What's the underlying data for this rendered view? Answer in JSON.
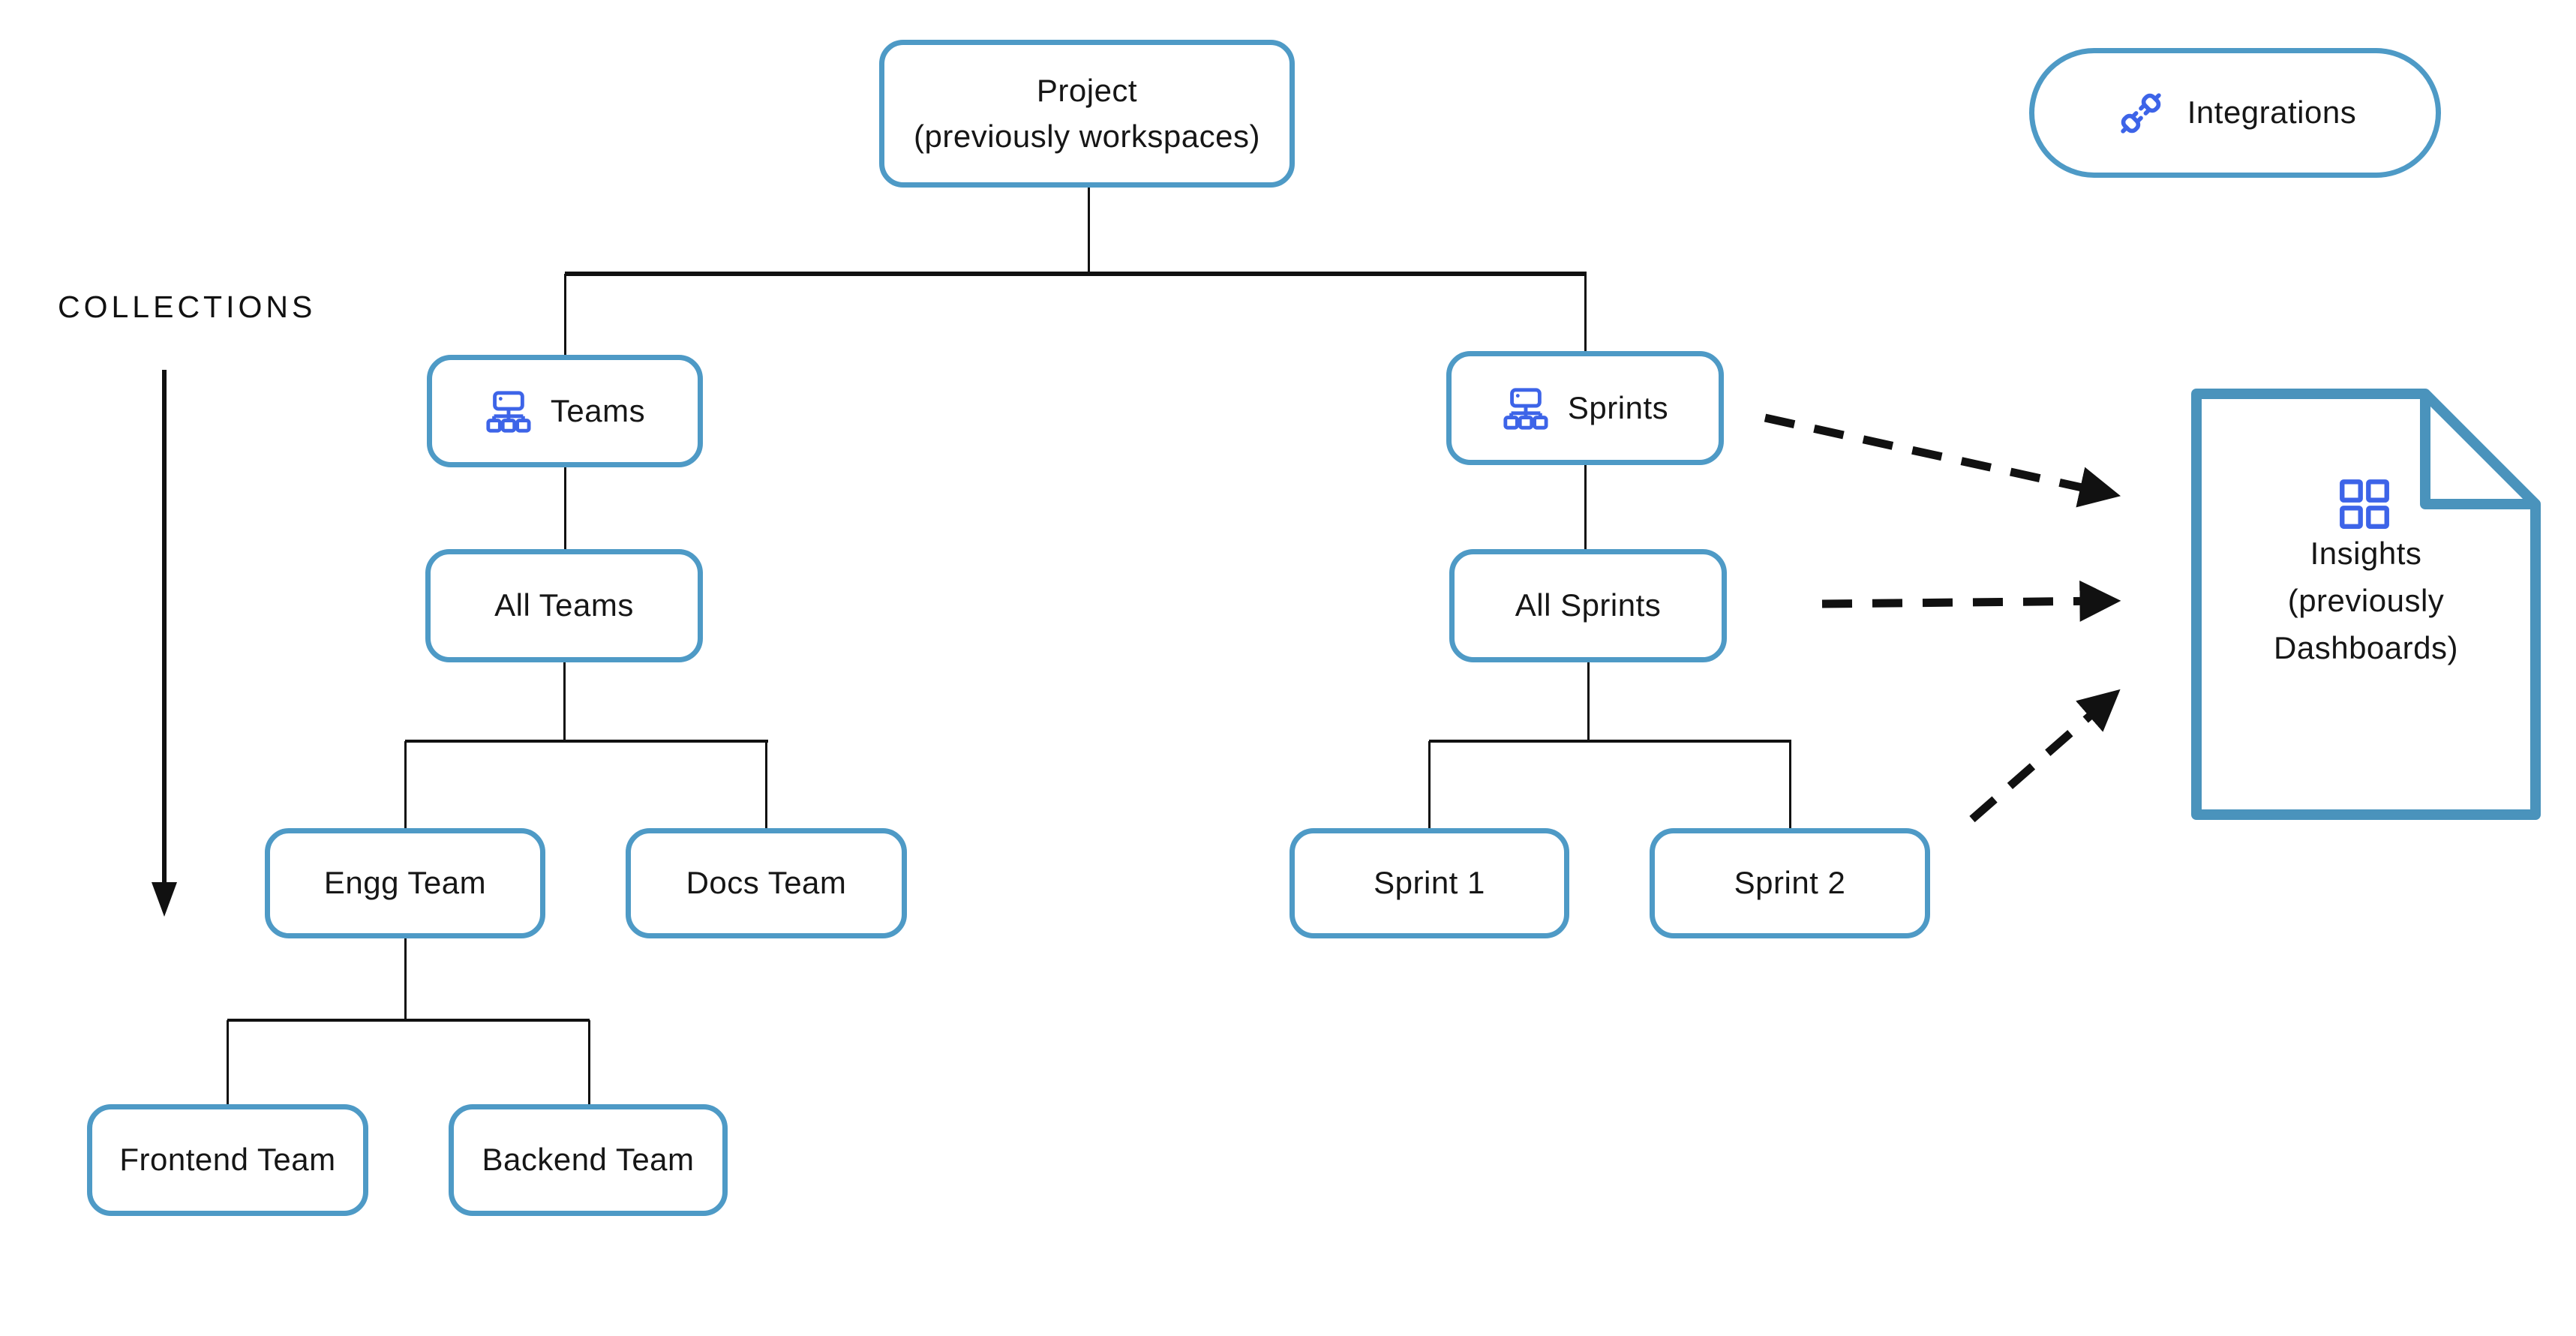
{
  "collections": {
    "label": "COLLECTIONS"
  },
  "tree": {
    "project": "Project\n(previously workspaces)",
    "teams": "Teams",
    "all_teams": "All Teams",
    "engg_team": "Engg Team",
    "docs_team": "Docs Team",
    "frontend_team": "Frontend Team",
    "backend_team": "Backend Team",
    "sprints": "Sprints",
    "all_sprints": "All Sprints",
    "sprint_1": "Sprint 1",
    "sprint_2": "Sprint 2"
  },
  "integrations": {
    "label": "Integrations",
    "icon": "plug-connection-icon"
  },
  "insights": {
    "label": "Insights\n(previously\nDashboards)",
    "icon": "dashboard-grid-icon"
  },
  "node_icons": {
    "teams": "org-hierarchy-icon",
    "sprints": "org-hierarchy-icon"
  },
  "colors": {
    "node_border": "#4E9AC6",
    "document_border": "#4A93BC",
    "icon_blue": "#3D64E8",
    "connector": "#111111",
    "text": "#161616",
    "bg": "#ffffff"
  }
}
